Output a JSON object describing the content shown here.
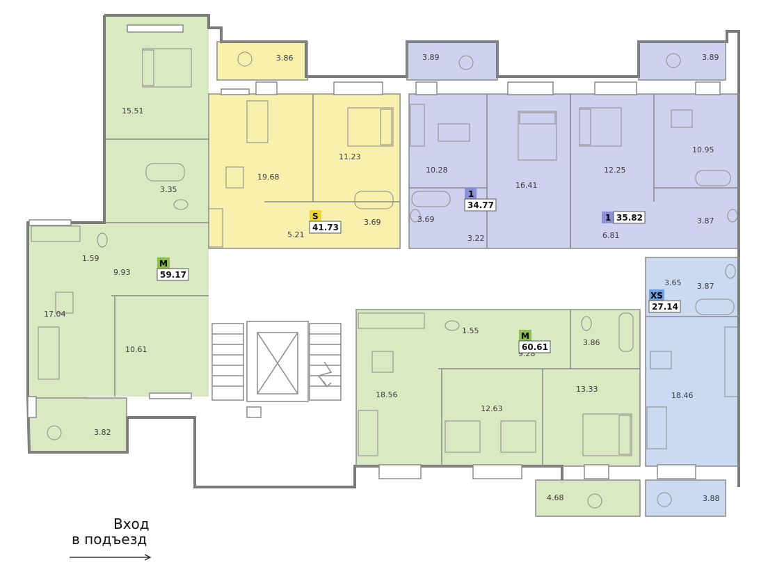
{
  "colors": {
    "unit_m": "#d9e9c2",
    "unit_s": "#f8f0ad",
    "unit_1": "#cfd2ee",
    "unit_xs": "#c9daf1",
    "wall": "#7a7a7a",
    "tag_m": "#8dbf55",
    "tag_s": "#f1d630",
    "tag_1": "#8b90d6",
    "tag_xs": "#6f9fe0"
  },
  "units": [
    {
      "id": "m1",
      "letter": "M",
      "area": "59.17"
    },
    {
      "id": "s",
      "letter": "S",
      "area": "41.73"
    },
    {
      "id": "one_a",
      "letter": "1",
      "area": "34.77"
    },
    {
      "id": "one_b",
      "letter": "1",
      "area": "35.82"
    },
    {
      "id": "xs",
      "letter": "XS",
      "area": "27.14"
    },
    {
      "id": "m2",
      "letter": "M",
      "area": "60.61"
    }
  ],
  "rooms": {
    "m1_bed": "15.51",
    "m1_bath": "3.35",
    "m1_wc": "1.59",
    "m1_hall": "9.93",
    "m1_kitchen": "17.04",
    "m1_room": "10.61",
    "m1_balcony": "3.82",
    "s_balcony": "3.86",
    "s_living": "19.68",
    "s_bed": "11.23",
    "s_hall": "5.21",
    "s_bath": "3.69",
    "a_balcony": "3.89",
    "a_kitchen": "10.28",
    "a_bed": "16.41",
    "a_bath": "3.69",
    "a_hall": "3.22",
    "b_balcony": "3.89",
    "b_bed": "12.25",
    "b_kitchen": "10.95",
    "b_bath": "3.87",
    "b_hall": "6.81",
    "xs_hall": "3.65",
    "xs_bath": "3.87",
    "xs_room": "18.46",
    "xs_balcony": "3.88",
    "m2_wc": "1.55",
    "m2_hall": "9.28",
    "m2_bath": "3.86",
    "m2_living": "18.56",
    "m2_kids": "12.63",
    "m2_bed": "13.33",
    "m2_balcony": "4.68"
  },
  "entrance": {
    "line1": "Вход",
    "line2": "в подъезд"
  },
  "icons": {
    "arrow": "arrow-right-icon",
    "stair": "stair-arrow-icon"
  }
}
